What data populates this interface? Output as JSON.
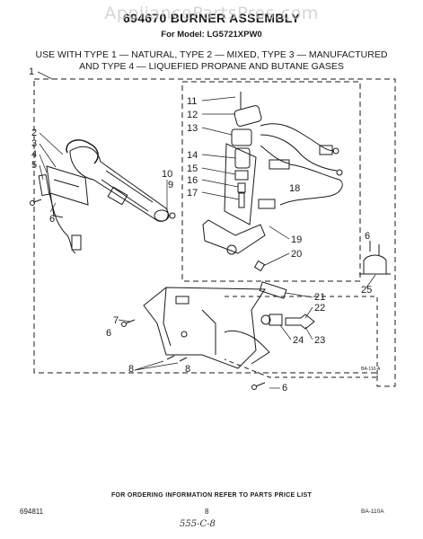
{
  "watermark": "AppliancePartsPros.com",
  "header": {
    "title": "694670 BURNER ASSEMBLY",
    "model": "For Model: LG5721XPW0",
    "use_with_line1": "USE WITH TYPE 1 — NATURAL, TYPE 2 — MIXED, TYPE 3 — MANUFACTURED",
    "use_with_line2": "AND TYPE 4 — LIQUEFIED PROPANE AND BUTANE GASES"
  },
  "callouts": {
    "c1": "1",
    "c2": "2",
    "c3": "3",
    "c4": "4",
    "c5": "5",
    "c6a": "6",
    "c6b": "6",
    "c6c": "6",
    "c6d": "6",
    "c7": "7",
    "c8a": "8",
    "c8b": "8",
    "c9": "9",
    "c10": "10",
    "c11": "11",
    "c12": "12",
    "c13": "13",
    "c14": "14",
    "c15": "15",
    "c16": "16",
    "c17": "17",
    "c18": "18",
    "c19": "19",
    "c20": "20",
    "c21": "21",
    "c22": "22",
    "c23": "23",
    "c24": "24",
    "c25": "25"
  },
  "art_code": "BA-110-A",
  "footer": {
    "ordering": "FOR ORDERING INFORMATION REFER TO PARTS PRICE LIST",
    "part_number": "694811",
    "page": "8",
    "code": "BA-110A",
    "handwritten": "555-C-8"
  }
}
